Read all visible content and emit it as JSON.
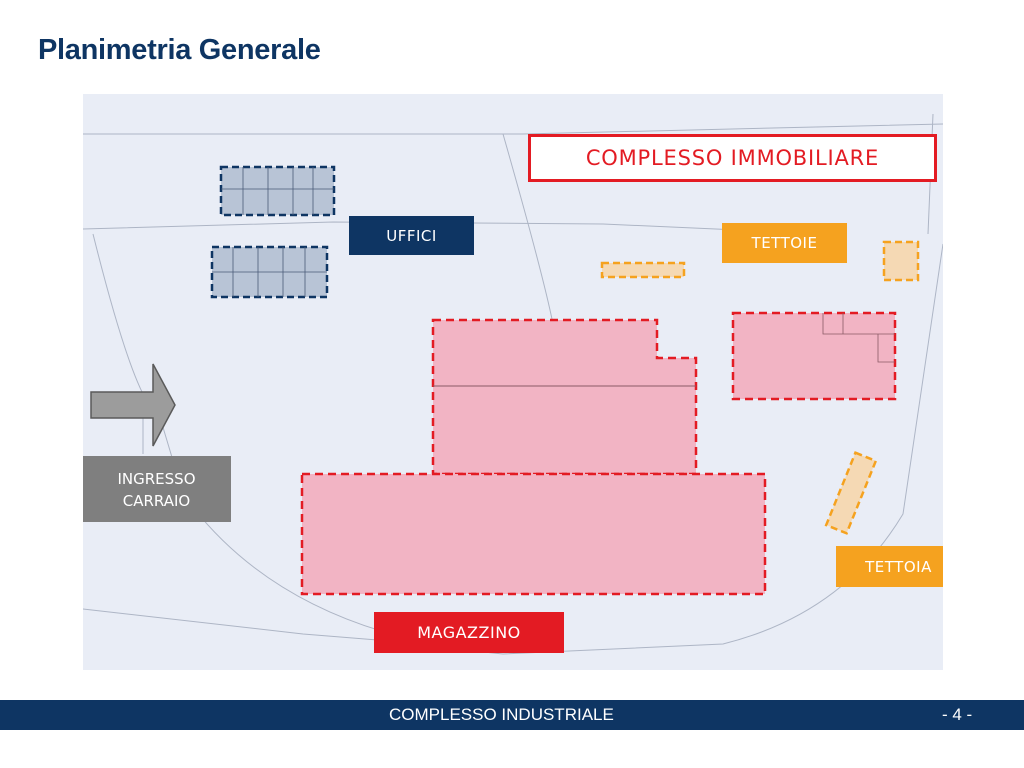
{
  "slide": {
    "title": "Planimetria Generale"
  },
  "labels": {
    "complesso": "COMPLESSO IMMOBILIARE",
    "uffici": "UFFICI",
    "tettoie": "TETTOIE",
    "tettoia": "TETTOIA",
    "magazzino": "MAGAZZINO",
    "ingresso_line1": "INGRESSO",
    "ingresso_line2": "CARRAIO"
  },
  "footer": {
    "text": "COMPLESSO INDUSTRIALE",
    "page": "- 4 -"
  },
  "colors": {
    "navy": "#0e3563",
    "orange": "#f5a21f",
    "red": "#e31b23",
    "grey": "#7f7f7f",
    "magazzino_fill": "#f2b4c4",
    "tettoie_fill": "#f5d9b4",
    "uffici_fill": "#b8c4d6"
  }
}
